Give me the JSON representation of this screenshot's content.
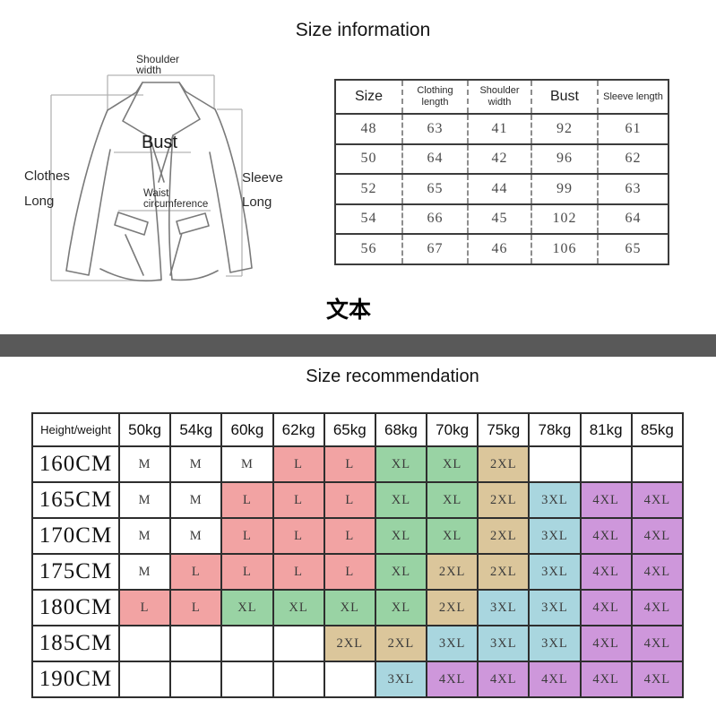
{
  "page": {
    "section1_title": "Size information",
    "middle_text": "文本",
    "section2_title": "Size recommendation"
  },
  "diagram": {
    "labels": {
      "shoulder_width": "Shoulder\nwidth",
      "bust": "Bust",
      "clothes_long": "Clothes\nLong",
      "sleeve_long": "Sleeve\nLong",
      "waist_circumference": "Waist\ncircumference"
    }
  },
  "size_table": {
    "headers": [
      "Size",
      "Clothing length",
      "Shoulder width",
      "Bust",
      "Sleeve length"
    ],
    "rows": [
      [
        "48",
        "63",
        "41",
        "92",
        "61"
      ],
      [
        "50",
        "64",
        "42",
        "96",
        "62"
      ],
      [
        "52",
        "65",
        "44",
        "99",
        "63"
      ],
      [
        "54",
        "66",
        "45",
        "102",
        "64"
      ],
      [
        "56",
        "67",
        "46",
        "106",
        "65"
      ]
    ]
  },
  "recommendation_table": {
    "corner_label": "Height/weight",
    "weight_headers": [
      "50kg",
      "54kg",
      "60kg",
      "62kg",
      "65kg",
      "68kg",
      "70kg",
      "75kg",
      "78kg",
      "81kg",
      "85kg"
    ],
    "height_rows": [
      {
        "height": "160CM",
        "sizes": [
          "M",
          "M",
          "M",
          "L",
          "L",
          "XL",
          "XL",
          "2XL",
          "",
          "",
          ""
        ]
      },
      {
        "height": "165CM",
        "sizes": [
          "M",
          "M",
          "L",
          "L",
          "L",
          "XL",
          "XL",
          "2XL",
          "3XL",
          "4XL",
          "4XL"
        ]
      },
      {
        "height": "170CM",
        "sizes": [
          "M",
          "M",
          "L",
          "L",
          "L",
          "XL",
          "XL",
          "2XL",
          "3XL",
          "4XL",
          "4XL"
        ]
      },
      {
        "height": "175CM",
        "sizes": [
          "M",
          "L",
          "L",
          "L",
          "L",
          "XL",
          "2XL",
          "2XL",
          "3XL",
          "4XL",
          "4XL"
        ]
      },
      {
        "height": "180CM",
        "sizes": [
          "L",
          "L",
          "XL",
          "XL",
          "XL",
          "XL",
          "2XL",
          "3XL",
          "3XL",
          "4XL",
          "4XL"
        ]
      },
      {
        "height": "185CM",
        "sizes": [
          "",
          "",
          "",
          "",
          "2XL",
          "2XL",
          "3XL",
          "3XL",
          "3XL",
          "4XL",
          "4XL"
        ]
      },
      {
        "height": "190CM",
        "sizes": [
          "",
          "",
          "",
          "",
          "",
          "3XL",
          "4XL",
          "4XL",
          "4XL",
          "4XL",
          "4XL"
        ]
      }
    ],
    "size_colors": {
      "M": "#ffffff",
      "L": "#f2a3a3",
      "XL": "#99d3a4",
      "2XL": "#dbc69b",
      "3XL": "#a9d6df",
      "4XL": "#ce97db"
    }
  },
  "colors": {
    "divider_bar": "#595959"
  }
}
